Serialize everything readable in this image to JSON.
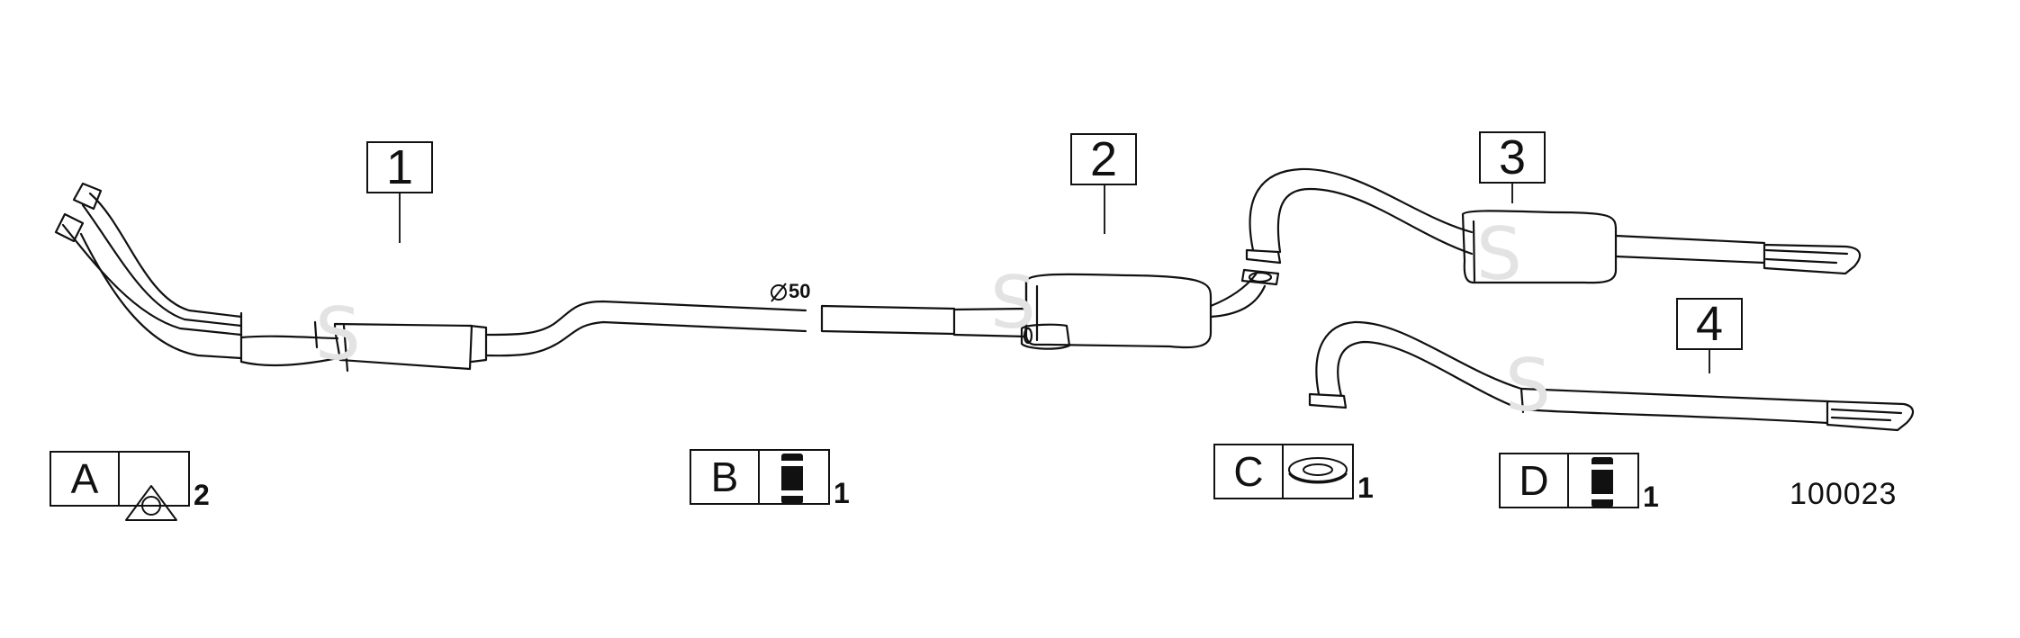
{
  "callouts": [
    "1",
    "2",
    "3",
    "4"
  ],
  "diameter_label": "50",
  "parts": [
    {
      "letter": "A",
      "qty": "2",
      "icon": "flange-gasket-icon"
    },
    {
      "letter": "B",
      "qty": "1",
      "icon": "rubber-hanger-icon"
    },
    {
      "letter": "C",
      "qty": "1",
      "icon": "ring-seal-icon"
    },
    {
      "letter": "D",
      "qty": "1",
      "icon": "rubber-hanger-icon"
    }
  ],
  "drawing_number": "100023",
  "colors": {
    "line": "#111111",
    "watermark": "#e3e3e3"
  }
}
